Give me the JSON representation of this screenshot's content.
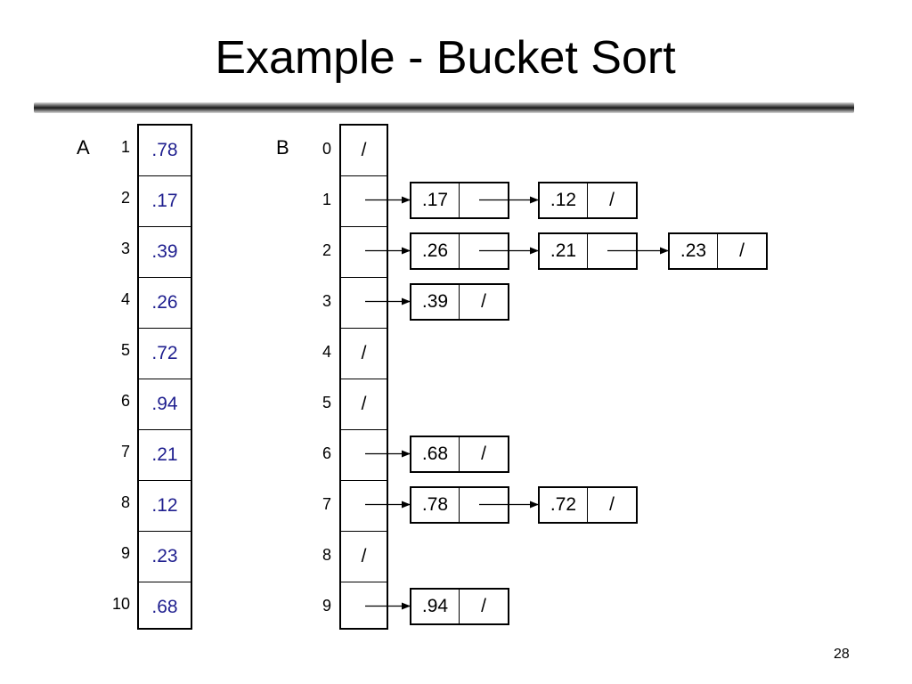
{
  "title": "Example - Bucket Sort",
  "page_number": "28",
  "array_a": {
    "label": "A",
    "indices": [
      "1",
      "2",
      "3",
      "4",
      "5",
      "6",
      "7",
      "8",
      "9",
      "10"
    ],
    "values": [
      ".78",
      ".17",
      ".39",
      ".26",
      ".72",
      ".94",
      ".21",
      ".12",
      ".23",
      ".68"
    ]
  },
  "array_b": {
    "label": "B",
    "indices": [
      "0",
      "1",
      "2",
      "3",
      "4",
      "5",
      "6",
      "7",
      "8",
      "9"
    ],
    "nil_symbol": "/",
    "cells": [
      "/",
      "",
      "",
      "",
      "/",
      "/",
      "",
      "",
      "/",
      ""
    ]
  },
  "lists": [
    {
      "bucket": 1,
      "nodes": [
        ".17",
        ".12"
      ]
    },
    {
      "bucket": 2,
      "nodes": [
        ".26",
        ".21",
        ".23"
      ]
    },
    {
      "bucket": 3,
      "nodes": [
        ".39"
      ]
    },
    {
      "bucket": 6,
      "nodes": [
        ".68"
      ]
    },
    {
      "bucket": 7,
      "nodes": [
        ".78",
        ".72"
      ]
    },
    {
      "bucket": 9,
      "nodes": [
        ".94"
      ]
    }
  ]
}
